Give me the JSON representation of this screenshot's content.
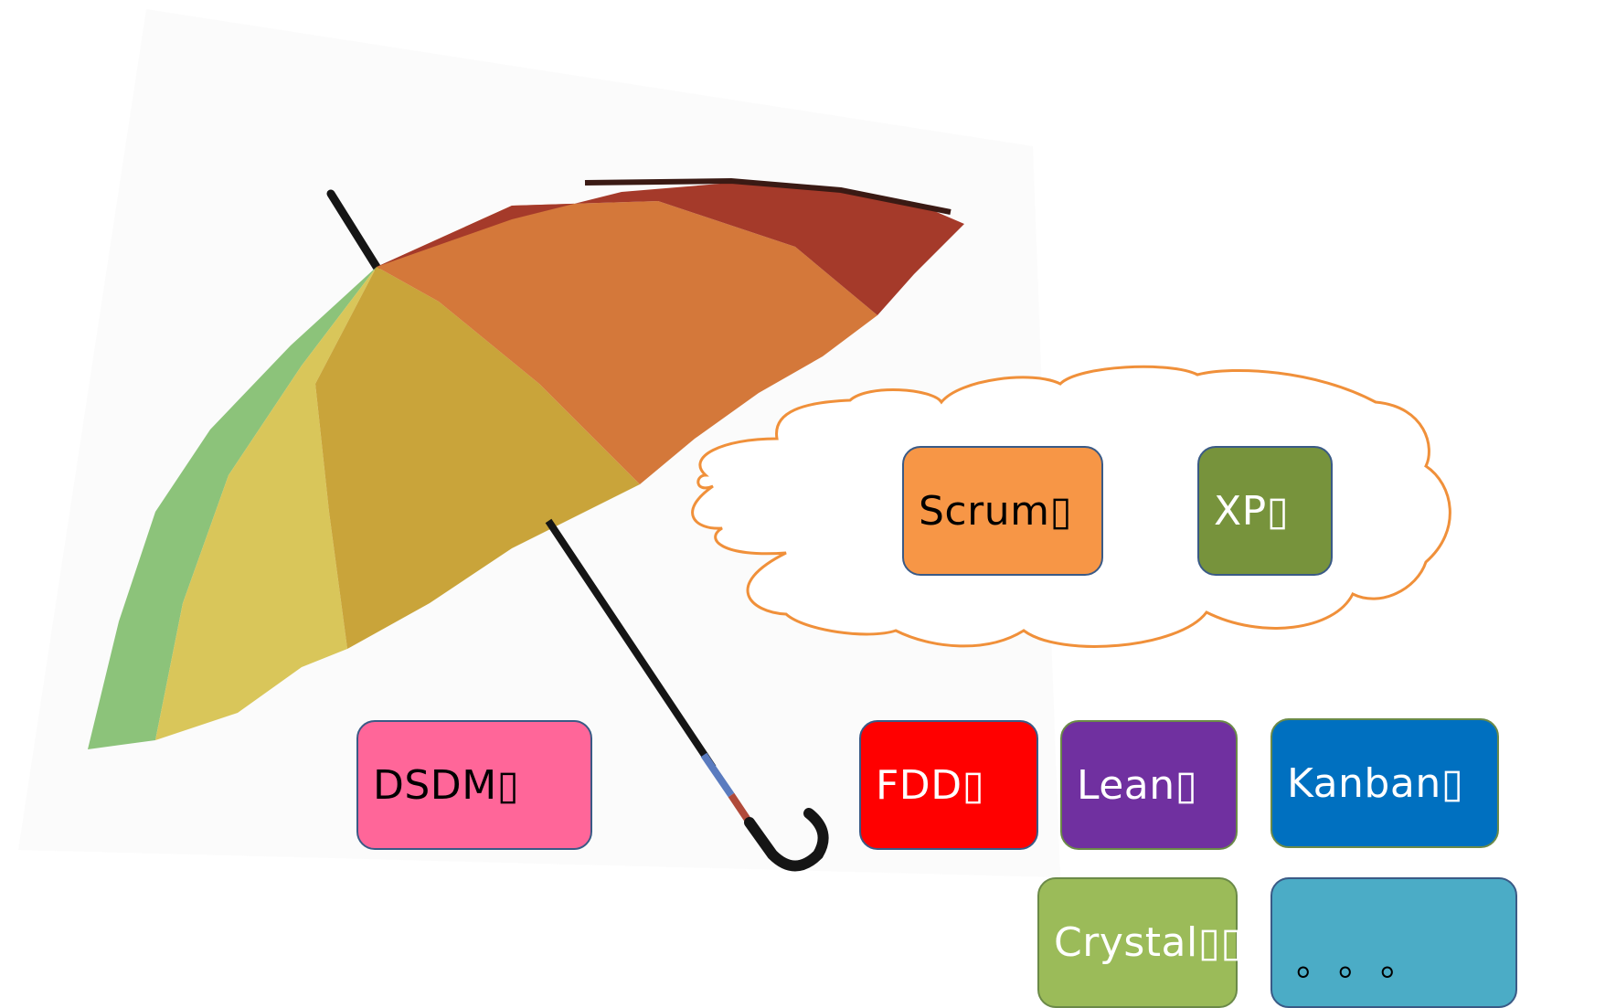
{
  "boxes": {
    "scrum": {
      "label": "Scrum▯",
      "fill": "#f79646",
      "text_color": "#000000"
    },
    "xp": {
      "label": "XP▯",
      "fill": "#77933c",
      "text_color": "#ffffff"
    },
    "dsdm": {
      "label": "DSDM▯",
      "fill": "#ff6699",
      "text_color": "#000000"
    },
    "fdd": {
      "label": "FDD▯",
      "fill": "#ff0000",
      "text_color": "#ffffff"
    },
    "lean": {
      "label": "Lean▯",
      "fill": "#7030a0",
      "text_color": "#ffffff"
    },
    "kanban": {
      "label": "Kanban▯",
      "fill": "#0070c0",
      "text_color": "#ffffff"
    },
    "crystal": {
      "label": "Crystal▯▯",
      "fill": "#9bbb59",
      "text_color": "#ffffff"
    },
    "more": {
      "label": "。。。",
      "fill": "#4bacc6",
      "text_color": "#000000"
    }
  },
  "colors": {
    "cloud_stroke": "#f0903a",
    "box_border": "#3a5a86",
    "umbrella_red": "#a53a2a",
    "umbrella_orange": "#d4783a",
    "umbrella_yellow": "#c9a43a",
    "umbrella_light_yellow": "#d9c65a",
    "umbrella_green": "#8cc37a",
    "handle": "#1a1a1a"
  },
  "icons": {
    "umbrella": "umbrella-icon",
    "cloud": "cloud-shape"
  }
}
